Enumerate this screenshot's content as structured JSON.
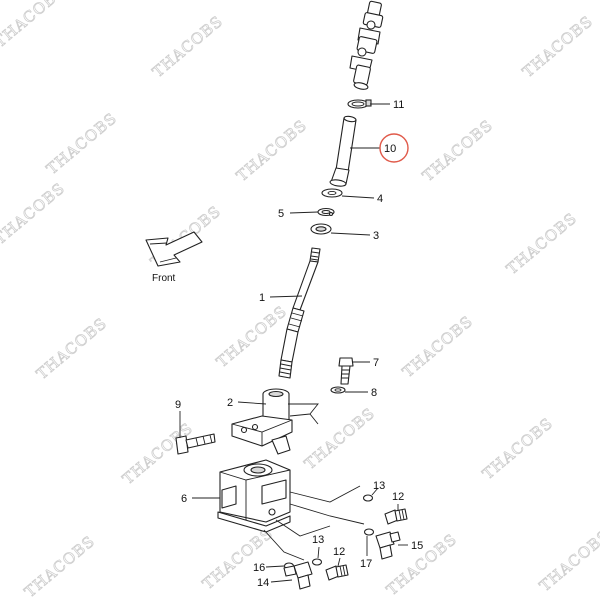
{
  "watermark": {
    "text": "THACOBS"
  },
  "callouts": [
    {
      "id": "1",
      "label": "1"
    },
    {
      "id": "2",
      "label": "2"
    },
    {
      "id": "3",
      "label": "3"
    },
    {
      "id": "4",
      "label": "4"
    },
    {
      "id": "5",
      "label": "5"
    },
    {
      "id": "6",
      "label": "6"
    },
    {
      "id": "7",
      "label": "7"
    },
    {
      "id": "8",
      "label": "8"
    },
    {
      "id": "9",
      "label": "9"
    },
    {
      "id": "10",
      "label": "10",
      "highlighted": true
    },
    {
      "id": "11",
      "label": "11"
    },
    {
      "id": "12a",
      "label": "12"
    },
    {
      "id": "12b",
      "label": "12"
    },
    {
      "id": "13a",
      "label": "13"
    },
    {
      "id": "13b",
      "label": "13"
    },
    {
      "id": "14",
      "label": "14"
    },
    {
      "id": "15",
      "label": "15"
    },
    {
      "id": "16",
      "label": "16"
    },
    {
      "id": "17",
      "label": "17"
    }
  ],
  "direction_label": "Front",
  "colors": {
    "line": "#222222",
    "watermark": "#cfcfcf",
    "highlight_ring": "#e05a4a",
    "background": "#ffffff"
  },
  "icons": {
    "direction": "arrow-left-icon"
  }
}
